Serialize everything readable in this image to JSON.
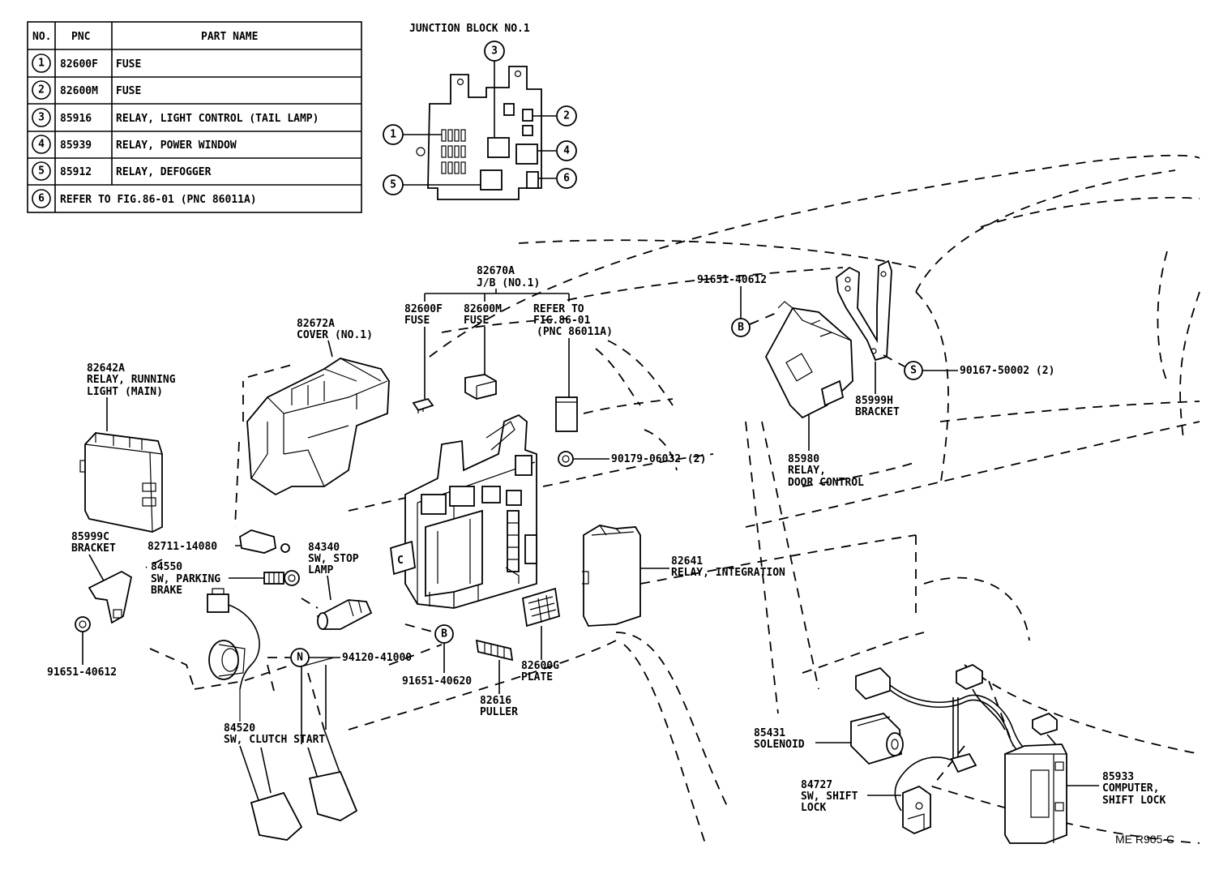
{
  "parts_table": {
    "headers": {
      "no": "NO.",
      "pnc": "PNC",
      "part_name": "PART NAME"
    },
    "rows": [
      {
        "no": "1",
        "pnc": "82600F",
        "name": "FUSE"
      },
      {
        "no": "2",
        "pnc": "82600M",
        "name": "FUSE"
      },
      {
        "no": "3",
        "pnc": "85916",
        "name": "RELAY, LIGHT CONTROL (TAIL LAMP)"
      },
      {
        "no": "4",
        "pnc": "85939",
        "name": "RELAY, POWER WINDOW"
      },
      {
        "no": "5",
        "pnc": "85912",
        "name": "RELAY, DEFOGGER"
      },
      {
        "no": "6",
        "name": "REFER TO FIG.86-01 (PNC 86011A)"
      }
    ]
  },
  "junction_block": {
    "title": "JUNCTION BLOCK NO.1",
    "callouts": [
      "1",
      "2",
      "3",
      "4",
      "5",
      "6"
    ]
  },
  "labels": {
    "jb_part": "82670A",
    "jb_desc": "J/B (NO.1)",
    "fuse_f_pnc": "82600F",
    "fuse_f_name": "FUSE",
    "fuse_m_pnc": "82600M",
    "fuse_m_name": "FUSE",
    "refer_1": "REFER TO",
    "refer_2": "FIG.86-01",
    "refer_3": "(PNC 86011A)",
    "cover_pnc": "82672A",
    "cover_name": "COVER (NO.1)",
    "relay_run_pnc": "82642A",
    "relay_run_name1": "RELAY, RUNNING",
    "relay_run_name2": "LIGHT (MAIN)",
    "bracket_left_pnc": "85999C",
    "bracket_left_name": "BRACKET",
    "bolt_left": "91651-40612",
    "clip_pnc": "82711-14080",
    "parking_pnc": "84550",
    "parking_name1": "SW, PARKING",
    "parking_name2": "BRAKE",
    "stop_pnc": "84340",
    "stop_name1": "SW, STOP",
    "stop_name2": "LAMP",
    "nut_pnc": "94120-41000",
    "bolt_center": "91651-40620",
    "plate_pnc": "82600G",
    "plate_name": "PLATE",
    "puller_pnc": "82616",
    "puller_name": "PULLER",
    "clutch_pnc": "84520",
    "clutch_name": "SW, CLUTCH START",
    "clip2_pnc": "90179-06032 (2)",
    "integration_pnc": "82641",
    "integration_name": "RELAY, INTEGRATION",
    "bolt_right": "91651-40612",
    "screw_right": "90167-50002 (2)",
    "bracket_right_pnc": "85999H",
    "bracket_right_name": "BRACKET",
    "door_pnc": "85980",
    "door_name1": "RELAY,",
    "door_name2": "DOOR CONTROL",
    "solenoid_pnc": "85431",
    "solenoid_name": "SOLENOID",
    "shift_sw_pnc": "84727",
    "shift_sw_name1": "SW, SHIFT",
    "shift_sw_name2": "LOCK",
    "computer_pnc": "85933",
    "computer_name1": "COMPUTER,",
    "computer_name2": "SHIFT LOCK",
    "ref_code": "ME  R905-C"
  },
  "markers": {
    "b": "B",
    "s": "S",
    "n": "N",
    "c": "C"
  }
}
